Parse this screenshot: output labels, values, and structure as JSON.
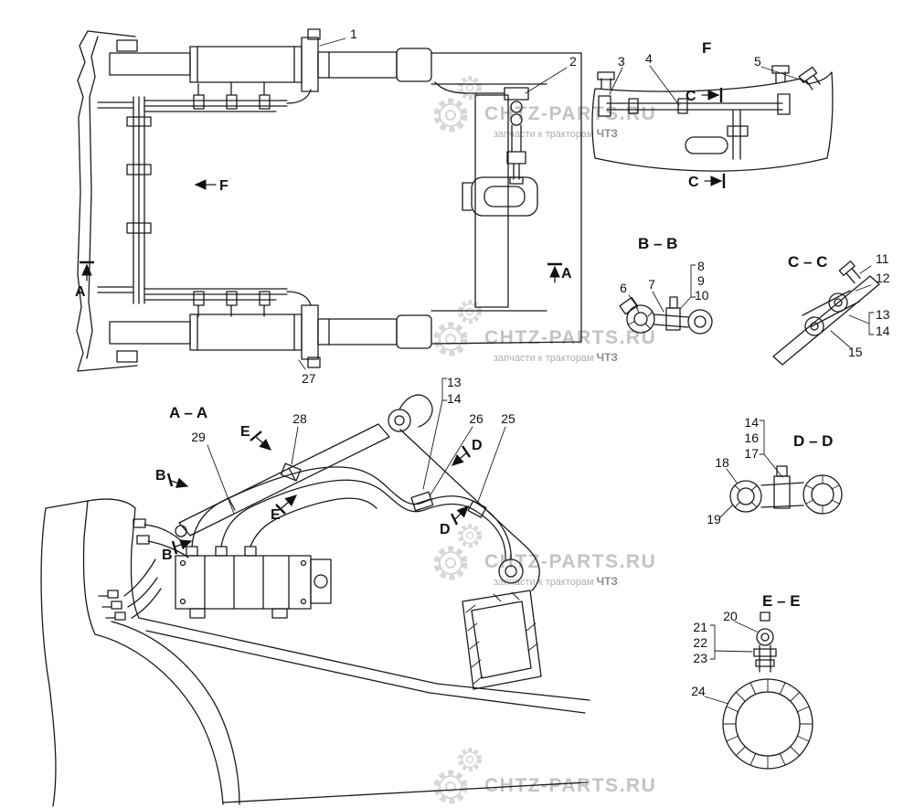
{
  "watermark": {
    "brand": "CHTZ-PARTS.RU",
    "tagline_prefix": "запчасти к тракторам ",
    "tagline_brand": "ЧТЗ"
  },
  "main_view": {
    "direction_label": "F",
    "section_left": "A",
    "section_right": "A",
    "callout_1": "1",
    "callout_2": "2",
    "callout_27": "27"
  },
  "detail_f": {
    "title": "F",
    "section_top": "C",
    "section_bottom": "C",
    "callout_3": "3",
    "callout_4": "4",
    "callout_5": "5"
  },
  "section_bb": {
    "title": "B – B",
    "callout_6": "6",
    "callout_7": "7",
    "callout_8": "8",
    "callout_9": "9",
    "callout_10": "10"
  },
  "section_cc": {
    "title": "C – C",
    "callout_11": "11",
    "callout_12": "12",
    "callout_13": "13",
    "callout_14": "14",
    "callout_15": "15"
  },
  "section_aa": {
    "title": "A – A",
    "callout_13": "13",
    "callout_14": "14",
    "callout_25": "25",
    "callout_26": "26",
    "callout_28": "28",
    "callout_29": "29",
    "section_b": "B",
    "section_d": "D",
    "section_e": "E"
  },
  "section_dd": {
    "title": "D – D",
    "callout_14": "14",
    "callout_16": "16",
    "callout_17": "17",
    "callout_18": "18",
    "callout_19": "19"
  },
  "section_ee": {
    "title": "E – E",
    "callout_20": "20",
    "callout_21": "21",
    "callout_22": "22",
    "callout_23": "23",
    "callout_24": "24"
  }
}
